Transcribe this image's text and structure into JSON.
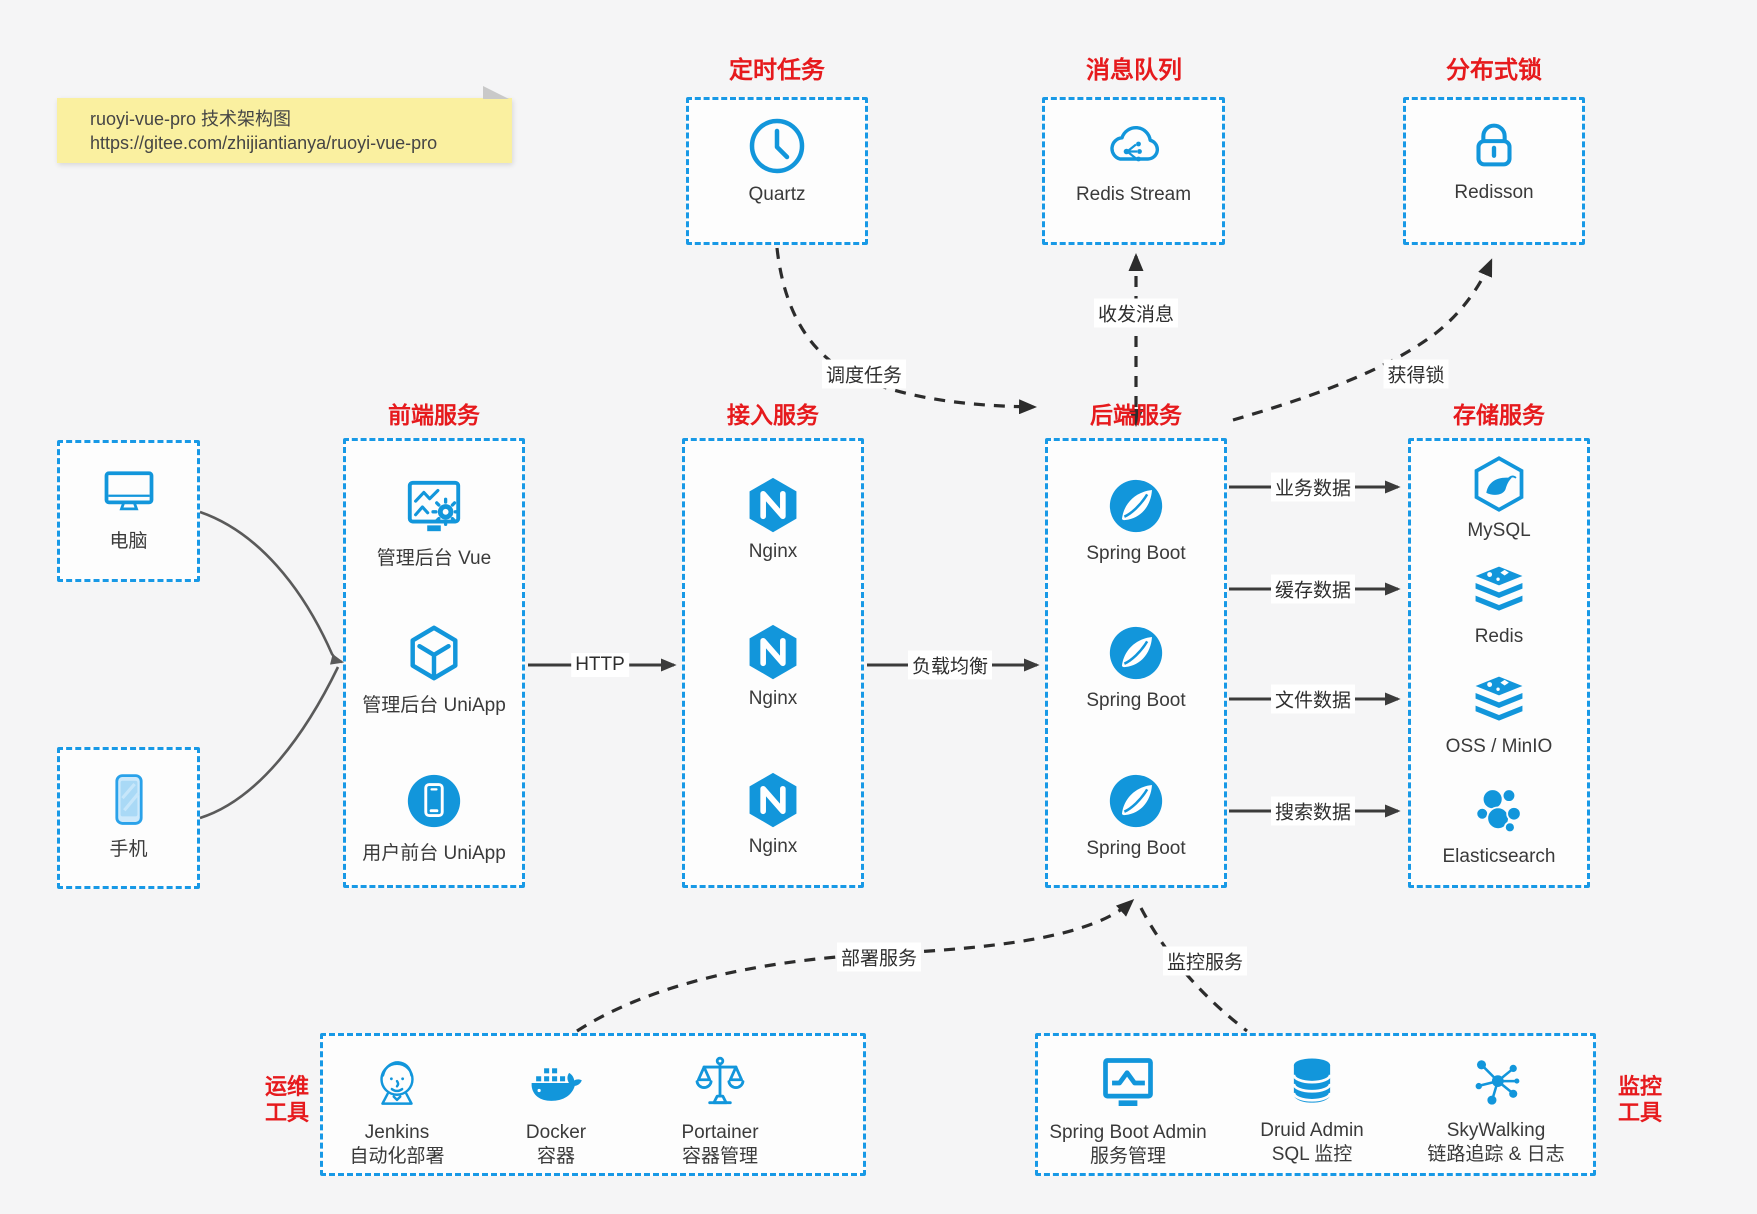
{
  "colors": {
    "accent_blue": "#1296db",
    "border_blue": "#1899e6",
    "title_red": "#e61a1d",
    "arrow_black": "#3b3b3b",
    "note_bg": "#faf0a0"
  },
  "note": {
    "line1": "ruoyi-vue-pro 技术架构图",
    "line2": "https://gitee.com/zhijiantianya/ruoyi-vue-pro"
  },
  "scheduler": {
    "title": "定时任务",
    "item": {
      "icon": "clock-icon",
      "label": "Quartz"
    }
  },
  "mq": {
    "title": "消息队列",
    "item": {
      "icon": "cloud-stream-icon",
      "label": "Redis Stream"
    }
  },
  "lock": {
    "title": "分布式锁",
    "item": {
      "icon": "lock-icon",
      "label": "Redisson"
    }
  },
  "clients": {
    "pc": {
      "icon": "desktop-icon",
      "label": "电脑"
    },
    "mobile": {
      "icon": "smartphone-icon",
      "label": "手机"
    }
  },
  "frontend": {
    "title": "前端服务",
    "items": [
      {
        "icon": "admin-web-vue-icon",
        "label": "管理后台 Vue"
      },
      {
        "icon": "uniapp-cube-icon",
        "label": "管理后台 UniApp"
      },
      {
        "icon": "mobile-app-icon",
        "label": "用户前台 UniApp"
      }
    ]
  },
  "gateway": {
    "title": "接入服务",
    "items": [
      {
        "icon": "nginx-icon",
        "label": "Nginx"
      },
      {
        "icon": "nginx-icon",
        "label": "Nginx"
      },
      {
        "icon": "nginx-icon",
        "label": "Nginx"
      }
    ]
  },
  "backend": {
    "title": "后端服务",
    "items": [
      {
        "icon": "spring-boot-icon",
        "label": "Spring Boot"
      },
      {
        "icon": "spring-boot-icon",
        "label": "Spring Boot"
      },
      {
        "icon": "spring-boot-icon",
        "label": "Spring Boot"
      }
    ]
  },
  "storage": {
    "title": "存储服务",
    "items": [
      {
        "icon": "mysql-icon",
        "label": "MySQL"
      },
      {
        "icon": "redis-stack-icon",
        "label": "Redis"
      },
      {
        "icon": "storage-stack-icon",
        "label": "OSS / MinIO"
      },
      {
        "icon": "elasticsearch-icon",
        "label": "Elasticsearch"
      }
    ]
  },
  "ops": {
    "title_line1": "运维",
    "title_line2": "工具",
    "items": [
      {
        "icon": "jenkins-icon",
        "name": "Jenkins",
        "desc": "自动化部署"
      },
      {
        "icon": "docker-icon",
        "name": "Docker",
        "desc": "容器"
      },
      {
        "icon": "portainer-icon",
        "name": "Portainer",
        "desc": "容器管理"
      }
    ]
  },
  "monitoring": {
    "title_line1": "监控",
    "title_line2": "工具",
    "items": [
      {
        "icon": "monitor-chart-icon",
        "name": "Spring Boot Admin",
        "desc": "服务管理"
      },
      {
        "icon": "database-icon",
        "name": "Druid Admin",
        "desc": "SQL 监控"
      },
      {
        "icon": "topology-icon",
        "name": "SkyWalking",
        "desc": "链路追踪 & 日志"
      }
    ]
  },
  "edges": {
    "http": "HTTP",
    "load_balance": "负载均衡",
    "business_data": "业务数据",
    "cache_data": "缓存数据",
    "file_data": "文件数据",
    "search_data": "搜索数据",
    "schedule_task": "调度任务",
    "send_receive_msg": "收发消息",
    "acquire_lock": "获得锁",
    "deploy_service": "部署服务",
    "monitor_service": "监控服务"
  }
}
